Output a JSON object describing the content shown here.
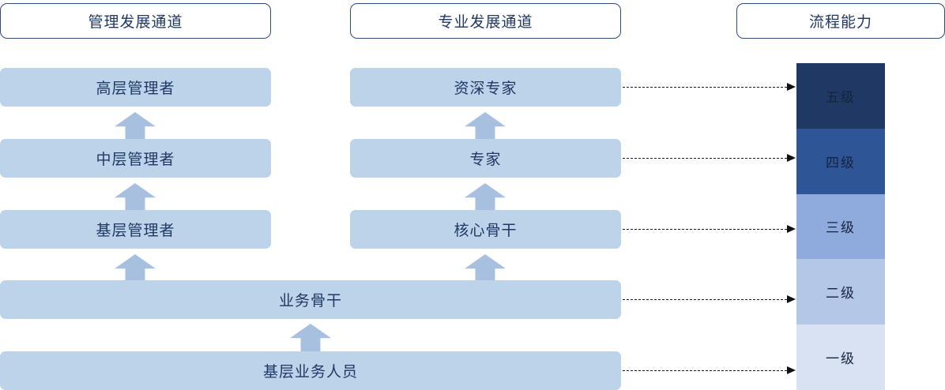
{
  "headers": [
    {
      "label": "管理发展通道",
      "name": "management-channel-header"
    },
    {
      "label": "专业发展通道",
      "name": "professional-channel-header"
    },
    {
      "label": "流程能力",
      "name": "process-capability-header"
    }
  ],
  "management_track": [
    {
      "label": "高层管理者"
    },
    {
      "label": "中层管理者"
    },
    {
      "label": "基层管理者"
    }
  ],
  "professional_track": [
    {
      "label": "资深专家"
    },
    {
      "label": "专家"
    },
    {
      "label": "核心骨干"
    }
  ],
  "shared_track": [
    {
      "label": "业务骨干"
    },
    {
      "label": "基层业务人员"
    }
  ],
  "levels": [
    {
      "label": "五级",
      "color": "#1F3864"
    },
    {
      "label": "四级",
      "color": "#2E5596"
    },
    {
      "label": "三级",
      "color": "#8FAADC"
    },
    {
      "label": "二级",
      "color": "#B4C7E7"
    },
    {
      "label": "一级",
      "color": "#D9E2F3"
    }
  ],
  "colors": {
    "box_fill": "#BDD3E9",
    "box_text": "#1F3864",
    "header_border": "#2E4B7C",
    "arrow_fill": "#A8C0E0",
    "connector": "#111111",
    "page_background": "#FFFFFF"
  },
  "icons": {
    "promotion_arrow": "up-block-arrow-icon",
    "mapping_connector": "dashed-arrow-icon"
  }
}
